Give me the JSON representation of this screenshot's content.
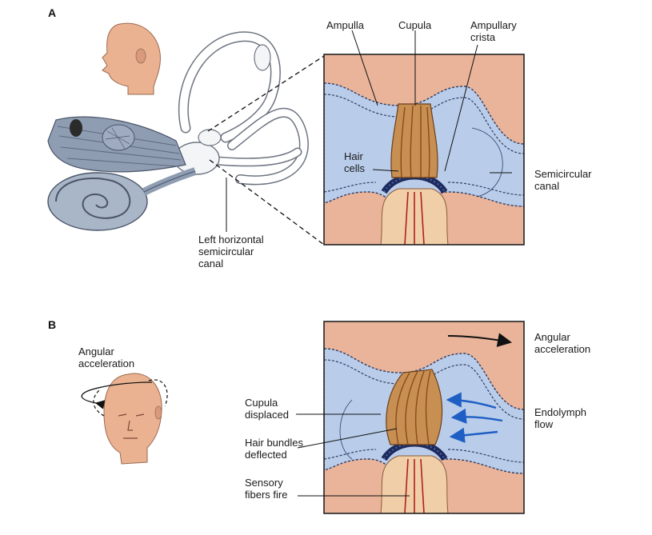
{
  "panels": {
    "a": {
      "letter": "A",
      "labels": {
        "ampulla": "Ampulla",
        "cupula": "Cupula",
        "ampullary_crista": [
          "Ampullary",
          "crista"
        ],
        "hair_cells": [
          "Hair",
          "cells"
        ],
        "semicircular_canal": [
          "Semicircular",
          "canal"
        ],
        "left_horizontal": [
          "Left horizontal",
          "semicircular",
          "canal"
        ]
      }
    },
    "b": {
      "letter": "B",
      "labels": {
        "angular_accel_head": [
          "Angular",
          "acceleration"
        ],
        "angular_accel_box": [
          "Angular",
          "acceleration"
        ],
        "cupula_displaced": [
          "Cupula",
          "displaced"
        ],
        "hair_bundles": [
          "Hair bundles",
          "deflected"
        ],
        "sensory_fibers": [
          "Sensory",
          "fibers fire"
        ],
        "endolymph": [
          "Endolymph",
          "flow"
        ]
      }
    }
  },
  "colors": {
    "tissue": "#e9b49a",
    "endolymph": "#b9cdea",
    "canal_outline": "#2e3d66",
    "cupula": "#c88f52",
    "cupula_stripe": "#8a4a1c",
    "nerve": "#f0cfa8",
    "nerve_fiber": "#b0201a",
    "hair_cell": "#1e2a5c",
    "flow_arrow": "#1f5fc4",
    "skin": "#eab291",
    "labyrinth": "#a9b6c8"
  }
}
